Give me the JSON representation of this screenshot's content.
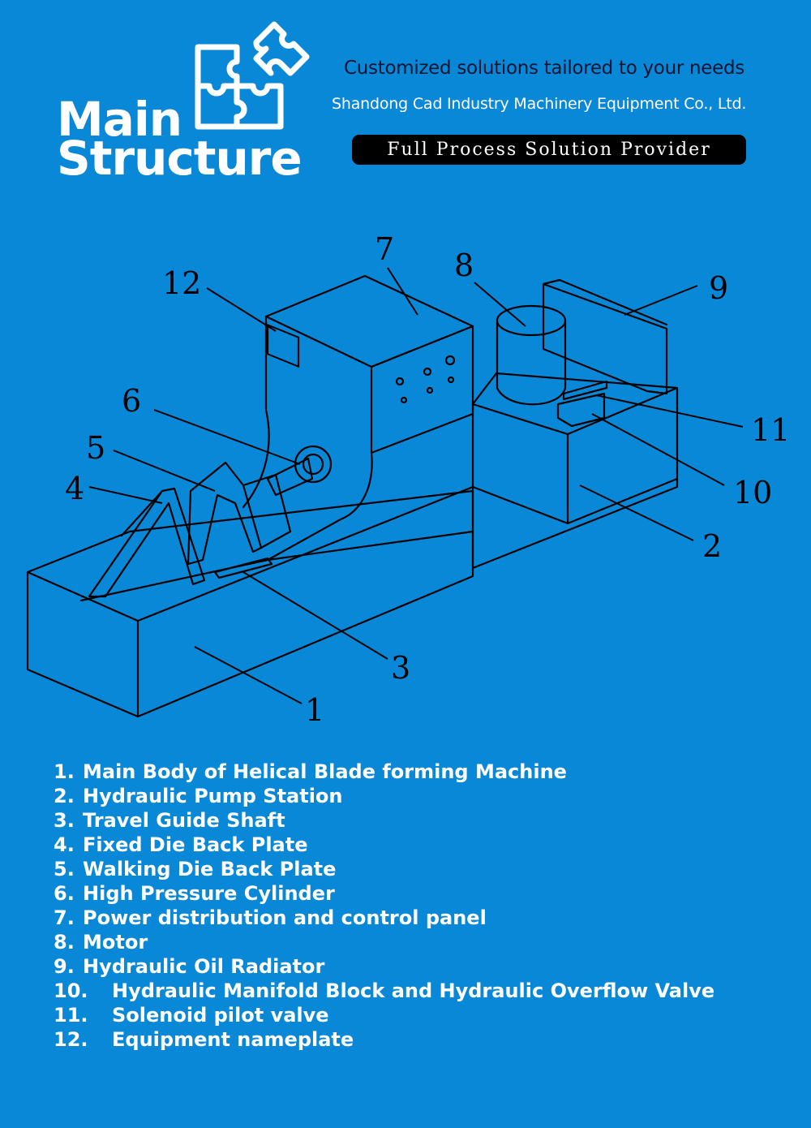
{
  "header": {
    "title_line1": "Main",
    "title_line2": "Structure",
    "tagline": "Customized solutions tailored to your needs",
    "company": "Shandong Cad Industry Machinery Equipment Co., Ltd.",
    "badge": "Full Process Solution Provider"
  },
  "diagram": {
    "callouts": [
      "1",
      "2",
      "3",
      "4",
      "5",
      "6",
      "7",
      "8",
      "9",
      "10",
      "11",
      "12"
    ]
  },
  "parts": [
    {
      "num": "1.",
      "label": "Main Body of Helical Blade forming Machine"
    },
    {
      "num": "2.",
      "label": "Hydraulic Pump Station"
    },
    {
      "num": "3.",
      "label": "Travel Guide Shaft"
    },
    {
      "num": "4.",
      "label": "Fixed Die Back Plate"
    },
    {
      "num": "5.",
      "label": "Walking Die Back Plate"
    },
    {
      "num": "6.",
      "label": "High Pressure Cylinder"
    },
    {
      "num": "7.",
      "label": "Power distribution and control panel"
    },
    {
      "num": "8.",
      "label": "Motor"
    },
    {
      "num": "9.",
      "label": "Hydraulic Oil Radiator"
    },
    {
      "num": "10.",
      "label": "Hydraulic Manifold Block and Hydraulic Overflow Valve"
    },
    {
      "num": "11.",
      "label": "Solenoid pilot valve"
    },
    {
      "num": "12.",
      "label": "Equipment nameplate"
    }
  ],
  "colors": {
    "background": "#0a88d8",
    "line": "#000000",
    "text": "#ffffff",
    "badge_bg": "#000000"
  },
  "icons": {
    "logo": "puzzle-pieces-icon"
  }
}
